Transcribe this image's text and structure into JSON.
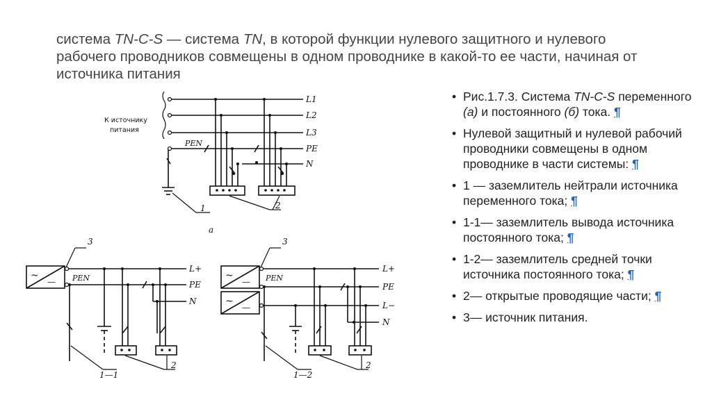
{
  "title": {
    "p1": "система ",
    "p2": "TN-C-S",
    "p3": " — система ",
    "p4": "TN",
    "p5": ", в которой функции нулевого защитного и нулевого рабочего проводников совмещены в одном проводнике в какой-то ее части, начиная от источника питания"
  },
  "figure": {
    "top": {
      "source_caption_1": "К источнику",
      "source_caption_2": "питания",
      "l1": "L1",
      "l2": "L2",
      "l3": "L3",
      "pe": "PE",
      "n": "N",
      "pen": "PEN",
      "label_1": "1",
      "label_2": "2",
      "caption": "а"
    },
    "left": {
      "label_3": "3",
      "lplus": "L+",
      "pe": "PE",
      "n": "N",
      "pen": "PEN",
      "label_11": "1—1",
      "label_2": "2",
      "src_ac": "~",
      "src_dc": "—"
    },
    "right": {
      "label_3": "3",
      "lplus": "L+",
      "pe": "PE",
      "lminus": "L−",
      "n": "N",
      "pen": "PEN",
      "label_12": "1—2",
      "label_2": "2",
      "src_ac": "~",
      "src_dc": "—"
    }
  },
  "bullets": [
    {
      "a": "Рис.1.7.3. Система ",
      "b": "TN-C-S",
      "c": " переменного ",
      "d": "(а)",
      "e": " и постоянного ",
      "f": "(б)",
      "g": " тока. ",
      "mark": "¶"
    },
    {
      "text": "Нулевой защитный и нулевой рабочий проводники совмещены в одном проводнике в части системы: ",
      "mark": "¶"
    },
    {
      "text": "1 — заземлитель нейтрали источника переменного тока; ",
      "mark": "¶"
    },
    {
      "text": "1-1— заземлитель вывода источника постоянного тока; ",
      "mark": "¶"
    },
    {
      "text": "1-2— заземлитель средней точки источника постоянного тока; ",
      "mark": "¶"
    },
    {
      "text": "2— открытые проводящие части; ",
      "mark": "¶"
    },
    {
      "text": "3— источник питания."
    }
  ]
}
